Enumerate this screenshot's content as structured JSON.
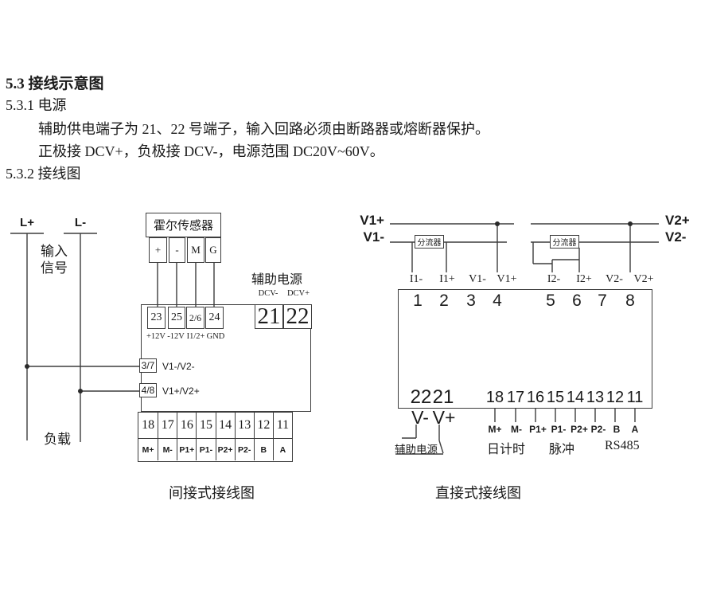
{
  "page": {
    "heading": "5.3 接线示意图",
    "section1": "5.3.1 电源",
    "para1": "辅助供电端子为 21、22 号端子，输入回路必须由断路器或熔断器保护。",
    "para2": "正极接 DCV+，负极接 DCV-，电源范围 DC20V~60V。",
    "section2": "5.3.2 接线图"
  },
  "colors": {
    "line": "#3d3d3d",
    "text": "#1b1b1b"
  },
  "indirect": {
    "caption": "间接式接线图",
    "line_plus": "L+",
    "line_minus": "L-",
    "input_signal_line1": "输入",
    "input_signal_line2": "信号",
    "load": "负载",
    "hall_title": "霍尔传感器",
    "hall_terminals": [
      "+",
      "-",
      "M",
      "G"
    ],
    "aux_power": "辅助电源",
    "dcv_minus": "DCV-",
    "dcv_plus": "DCV+",
    "top_terminals": [
      "23",
      "25",
      "2/6",
      "24"
    ],
    "top_terminal_labels": [
      "+12V",
      "-12V",
      "I1/2+",
      "GND"
    ],
    "aux_terminals": [
      "21",
      "22"
    ],
    "side_terminals": [
      {
        "num": "3/7",
        "label": "V1-/V2-"
      },
      {
        "num": "4/8",
        "label": "V1+/V2+"
      }
    ],
    "bottom_numbers": [
      "18",
      "17",
      "16",
      "15",
      "14",
      "13",
      "12",
      "11"
    ],
    "bottom_labels": [
      "M+",
      "M-",
      "P1+",
      "P1-",
      "P2+",
      "P2-",
      "B",
      "A"
    ]
  },
  "direct": {
    "caption": "直接式接线图",
    "v1_plus": "V1+",
    "v1_minus": "V1-",
    "v2_plus": "V2+",
    "v2_minus": "V2-",
    "shunt1": "分流器",
    "shunt2": "分流器",
    "ch1_terminal_labels": [
      "I1-",
      "I1+",
      "V1-",
      "V1+"
    ],
    "ch2_terminal_labels": [
      "I2-",
      "I2+",
      "V2-",
      "V2+"
    ],
    "ch1_numbers": [
      "1",
      "2",
      "3",
      "4"
    ],
    "ch2_numbers": [
      "5",
      "6",
      "7",
      "8"
    ],
    "aux_numbers": [
      "22",
      "21"
    ],
    "aux_pins": [
      "V-",
      "V+"
    ],
    "aux_power": "辅助电源",
    "bottom_numbers": [
      "18",
      "17",
      "16",
      "15",
      "14",
      "13",
      "12",
      "11"
    ],
    "bottom_labels": [
      "M+",
      "M-",
      "P1+",
      "P1-",
      "P2+",
      "P2-",
      "B",
      "A"
    ],
    "group_day_timing": "日计时",
    "group_pulse": "脉冲",
    "group_rs485": "RS485"
  }
}
